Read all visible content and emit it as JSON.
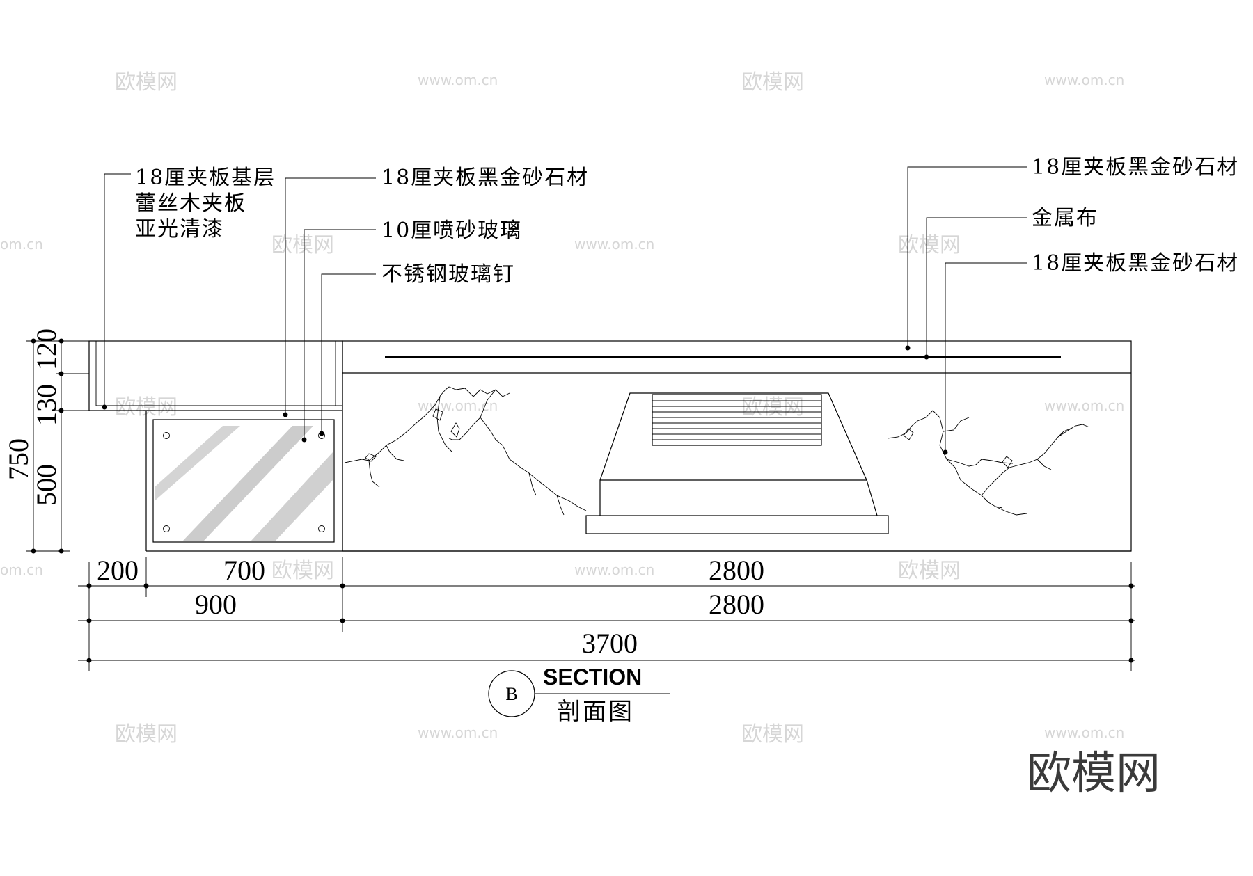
{
  "labels_left": {
    "plywood_base": [
      "18厘夹板基层",
      "蕾丝木夹板",
      "亚光清漆"
    ],
    "stone_top": "18厘夹板黑金砂石材",
    "glass": "10厘喷砂玻璃",
    "glass_nail": "不锈钢玻璃钉"
  },
  "labels_right": {
    "stone_1": "18厘夹板黑金砂石材",
    "metal_cloth": "金属布",
    "stone_2": "18厘夹板黑金砂石材"
  },
  "dimensions": {
    "vertical": {
      "total": "750",
      "top": "120",
      "mid": "130",
      "bottom": "500"
    },
    "row1": [
      "200",
      "700",
      "2800"
    ],
    "row2": [
      "900",
      "2800"
    ],
    "row3": [
      "3700"
    ]
  },
  "section": {
    "marker": "B",
    "title": "SECTION",
    "subtitle": "剖面图"
  },
  "watermark": {
    "logo": "欧模网",
    "url": "www.om.cn",
    "url_partial": "om.cn"
  }
}
